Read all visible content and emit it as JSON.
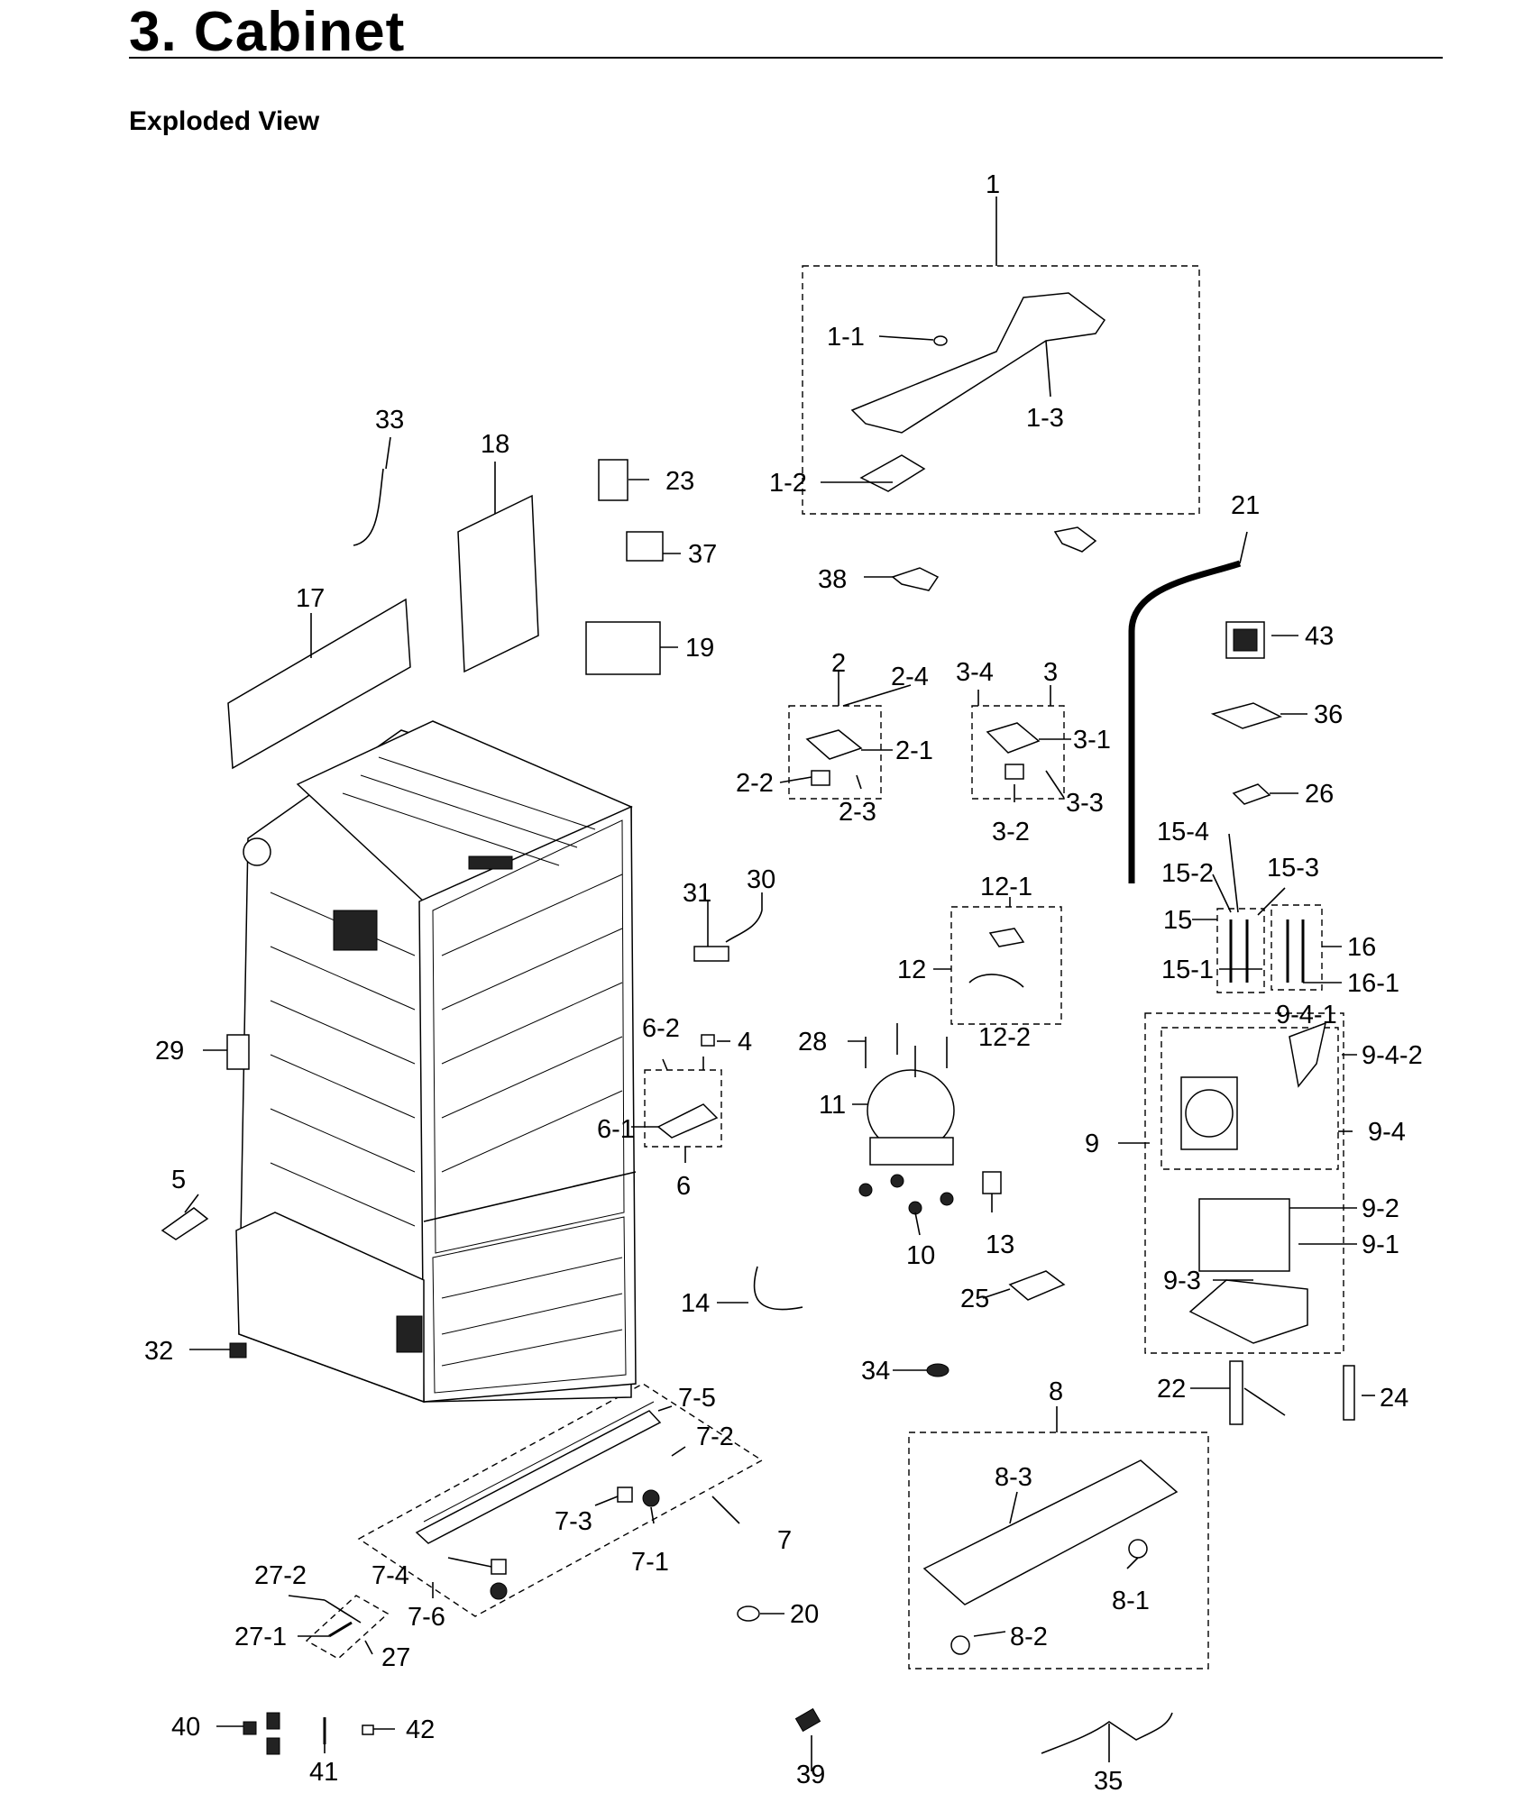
{
  "header": {
    "title": "3.  Cabinet",
    "subtitle": "Exploded View"
  },
  "labels": {
    "p1": "1",
    "p1_1": "1-1",
    "p1_2": "1-2",
    "p1_3": "1-3",
    "p2": "2",
    "p2_1": "2-1",
    "p2_2": "2-2",
    "p2_3": "2-3",
    "p2_4": "2-4",
    "p3": "3",
    "p3_1": "3-1",
    "p3_2": "3-2",
    "p3_3": "3-3",
    "p3_4": "3-4",
    "p4": "4",
    "p5": "5",
    "p6": "6",
    "p6_1": "6-1",
    "p6_2": "6-2",
    "p7": "7",
    "p7_1": "7-1",
    "p7_2": "7-2",
    "p7_3": "7-3",
    "p7_4": "7-4",
    "p7_5": "7-5",
    "p7_6": "7-6",
    "p8": "8",
    "p8_1": "8-1",
    "p8_2": "8-2",
    "p8_3": "8-3",
    "p9": "9",
    "p9_1": "9-1",
    "p9_2": "9-2",
    "p9_3": "9-3",
    "p9_4": "9-4",
    "p9_4_1": "9-4-1",
    "p9_4_2": "9-4-2",
    "p10": "10",
    "p11": "11",
    "p12": "12",
    "p12_1": "12-1",
    "p12_2": "12-2",
    "p13": "13",
    "p14": "14",
    "p15": "15",
    "p15_1": "15-1",
    "p15_2": "15-2",
    "p15_3": "15-3",
    "p15_4": "15-4",
    "p16": "16",
    "p16_1": "16-1",
    "p17": "17",
    "p18": "18",
    "p19": "19",
    "p20": "20",
    "p21": "21",
    "p22": "22",
    "p23": "23",
    "p24": "24",
    "p25": "25",
    "p26": "26",
    "p27": "27",
    "p27_1": "27-1",
    "p27_2": "27-2",
    "p28": "28",
    "p29": "29",
    "p30": "30",
    "p31": "31",
    "p32": "32",
    "p33": "33",
    "p34": "34",
    "p35": "35",
    "p36": "36",
    "p37": "37",
    "p38": "38",
    "p39": "39",
    "p40": "40",
    "p41": "41",
    "p42": "42",
    "p43": "43"
  }
}
